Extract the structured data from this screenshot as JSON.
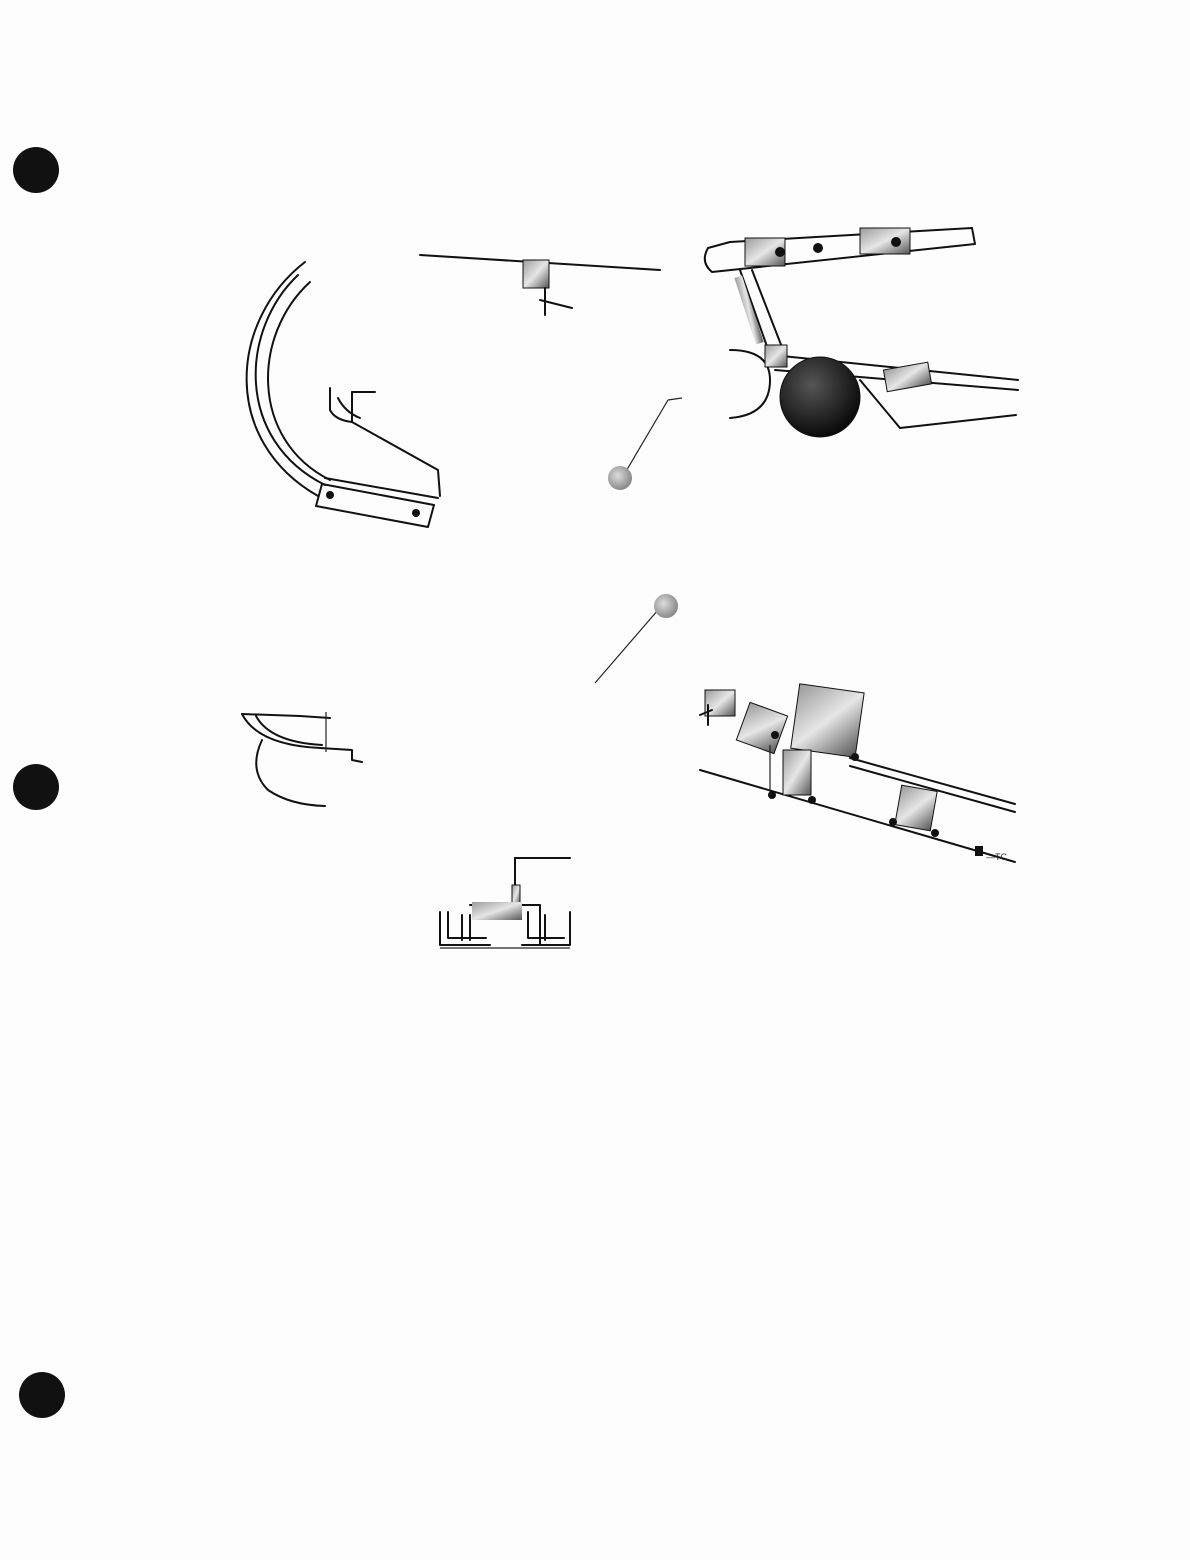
{
  "page": {
    "punch_hole_count": 3
  },
  "diagram": {
    "type": "exploded-assembly-illustration",
    "small_text": "—TC"
  }
}
